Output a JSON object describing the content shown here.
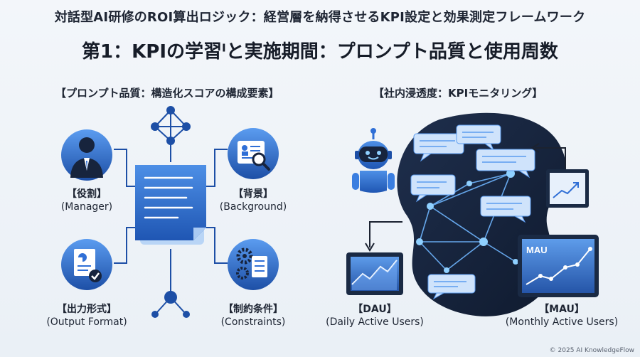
{
  "title": {
    "main": "対話型AI研修のROI算出ロジック：経営層を納得させるKPI設定と効果測定フレームワーク",
    "sub": "第1：KPIの学習ˡと実施期間：プロンプト品質と使用周数"
  },
  "left_section": {
    "heading": "【プロンプト品質：構造化スコアの構成要素】",
    "nodes": [
      {
        "jp": "【役割】",
        "en": "(Manager)",
        "icon": "manager-avatar-icon"
      },
      {
        "jp": "【背景】",
        "en": "(Background)",
        "icon": "profile-magnifier-icon"
      },
      {
        "jp": "【出力形式】",
        "en": "(Output Format)",
        "icon": "document-check-icon"
      },
      {
        "jp": "【制約条件】",
        "en": "(Constraints)",
        "icon": "gears-checklist-icon"
      }
    ],
    "center_icon": "prompt-document-icon"
  },
  "right_section": {
    "heading": "【社内浸透度：KPIモニタリング】",
    "dau": {
      "jp": "【DAU】",
      "en": "(Daily Active Users)"
    },
    "mau": {
      "jp": "【MAU】",
      "en": "(Monthly Active Users)",
      "screen_label": "MAU"
    },
    "icons": [
      "robot-icon",
      "chat-bubble-icon",
      "network-node-icon",
      "line-chart-icon"
    ]
  },
  "colors": {
    "primary": "#2f6fd6",
    "dark": "#1a2a44",
    "light": "#bcd6f5",
    "accent": "#4fa3ff"
  },
  "footer": "© 2025 AI KnowledgeFlow"
}
